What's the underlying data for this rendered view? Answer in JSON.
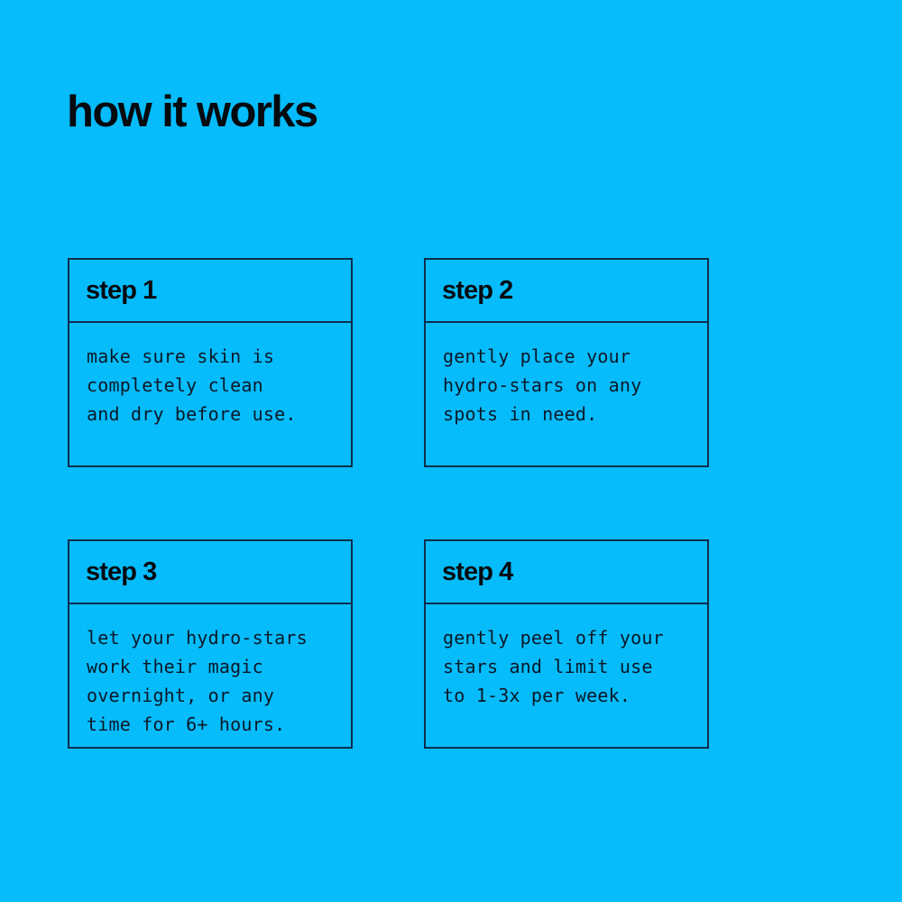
{
  "page": {
    "background_color": "#06bcfb",
    "text_color": "#050a0f",
    "border_color": "#0e2d4d",
    "title": "how it works"
  },
  "steps": [
    {
      "title": "step 1",
      "body": "make sure skin is\ncompletely clean\nand dry before use."
    },
    {
      "title": "step 2",
      "body": "gently place your\nhydro-stars on any\nspots in need."
    },
    {
      "title": "step 3",
      "body": "let your hydro-stars\nwork their magic\novernight, or any\ntime for 6+ hours."
    },
    {
      "title": "step 4",
      "body": "gently peel off your\nstars and limit use\nto 1-3x per week."
    }
  ]
}
